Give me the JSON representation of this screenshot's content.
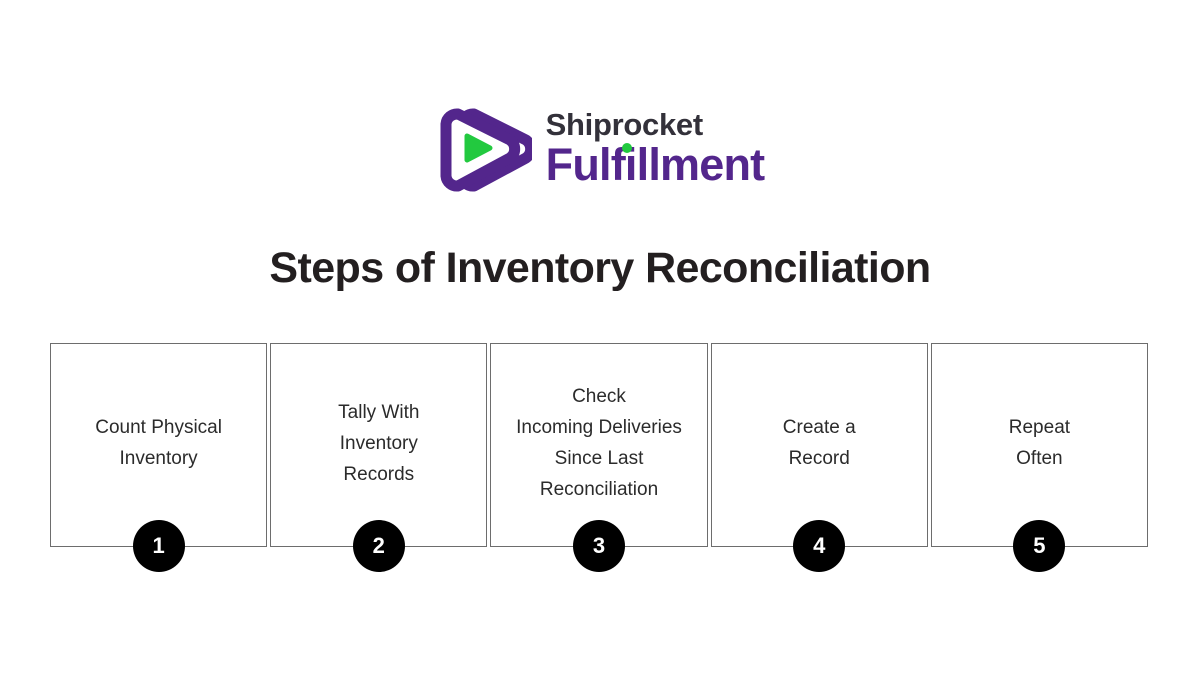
{
  "brand": {
    "logo_icon": "shiprocket-play-triangle-logo",
    "name_line1": "Shiprocket",
    "name_line2": "Fulfillment",
    "purple": "#53268c",
    "green": "#22c93f",
    "dark": "#33313a"
  },
  "title": "Steps of Inventory Reconciliation",
  "steps": [
    {
      "number": "1",
      "label": "Count Physical\nInventory"
    },
    {
      "number": "2",
      "label": "Tally With\nInventory\nRecords"
    },
    {
      "number": "3",
      "label": "Check\nIncoming Deliveries\nSince Last\nReconciliation"
    },
    {
      "number": "4",
      "label": "Create a\nRecord"
    },
    {
      "number": "5",
      "label": "Repeat\nOften"
    }
  ]
}
